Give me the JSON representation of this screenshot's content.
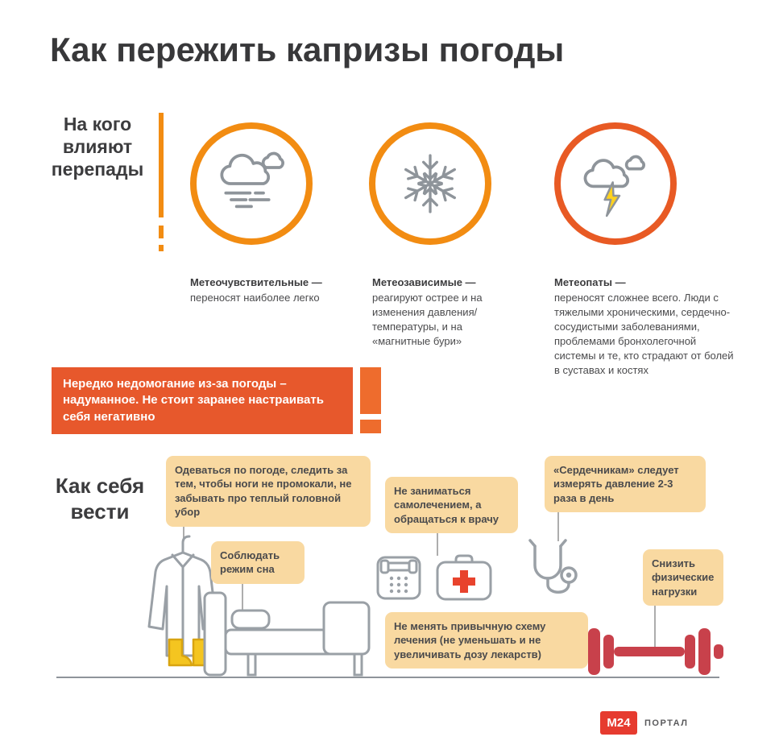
{
  "title": "Как пережить капризы погоды",
  "colors": {
    "orange_ring": "#F28C12",
    "red_ring": "#E85A24",
    "banner": "#E7582C",
    "bubble": "#F9D9A1",
    "lightning": "#FFD21E",
    "dumbbell": "#C8414B",
    "logo_red": "#E63B2F"
  },
  "section1": {
    "label": "На кого влияют перепады",
    "items": [
      {
        "icon": "fog-cloud-icon",
        "term": "Метеочувствительные —",
        "desc": "переносят наиболее легко"
      },
      {
        "icon": "snowflake-icon",
        "term": "Метеозависимые —",
        "desc": "реагируют острее и на изменения давления/температуры, и на «магнитные бури»"
      },
      {
        "icon": "storm-cloud-icon",
        "term": "Метеопаты —",
        "desc": "переносят сложнее всего. Люди с тяжелыми хроническими, сердечно-сосудистыми заболеваниями, проблемами бронхолегочной системы и те, кто страдают от болей в суставах и костях"
      }
    ]
  },
  "warning": {
    "text": "Нередко недомогание из-за погоды – надуманное. Не стоит заранее настраивать себя негативно"
  },
  "section2": {
    "label": "Как себя вести",
    "tips": [
      "Одеваться по погоде, следить за тем, чтобы ноги не промокали, не забывать про теплый головной убор",
      "Соблюдать режим сна",
      "Не заниматься самолечением, а обращаться к врачу",
      "«Сердечникам» следует измерять давление 2-3 раза в день",
      "Снизить физические нагрузки",
      "Не менять привычную схему лечения (не уменьшать и не увеличивать дозу лекарств)"
    ],
    "illustrations": [
      "coat-icon",
      "boots-icon",
      "bed-icon",
      "phone-icon",
      "first-aid-kit-icon",
      "stethoscope-icon",
      "dumbbell-icon"
    ]
  },
  "footer": {
    "logo": "М24",
    "caption": "ПОРТАЛ"
  }
}
